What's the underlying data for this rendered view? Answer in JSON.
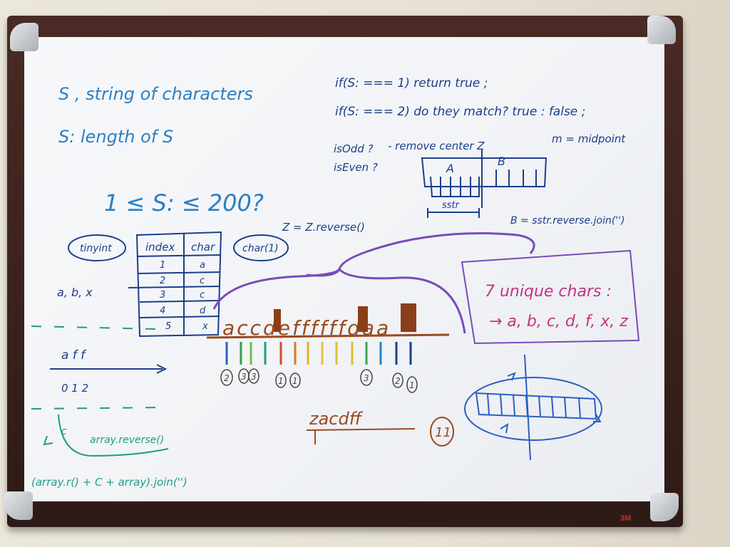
{
  "brand": "3M",
  "colors": {
    "blue": "#2b80c4",
    "navy": "#1b3f8a",
    "teal": "#1f9c8a",
    "purple": "#7a4bb8",
    "magenta": "#c23582",
    "brown": "#9a4a1f"
  },
  "notes": {
    "line1": "S , string of characters",
    "line2": "S: length of S",
    "constraint": "1 ≤ S: ≤ 200?",
    "code1": "if(S: === 1) return true ;",
    "code2": "if(S: === 2) do they match? true : false ;",
    "isodd": "isOdd ?",
    "iseven": "isEven ?",
    "remove": "- remove center Z",
    "midpoint": "m = midpoint",
    "labelA": "A",
    "labelB": "B",
    "sstr": "sstr",
    "bjoin": "B = sstr.reverse.join('')",
    "zrev": "Z = Z.reverse()",
    "tinyint": "tinyint",
    "charfn": "char(1)",
    "abx": "a, b, x",
    "afff": "a f f",
    "idx012": "0 1 2",
    "arrayrev": "array.reverse()",
    "c": "c",
    "joinline": "(array.r() + C + array).join('')",
    "sequence": "accdeffffffdaa",
    "zacdff": "zacdff",
    "eleven": "11",
    "unique_title": "7 unique chars :",
    "unique_list": "→ a, b, c, d, f, x, z"
  },
  "table": {
    "headers": [
      "index",
      "char"
    ],
    "rows": [
      [
        "1",
        "a"
      ],
      [
        "2",
        "c"
      ],
      [
        "3",
        "c"
      ],
      [
        "4",
        "d"
      ],
      [
        "5",
        "x"
      ]
    ]
  },
  "counts": [
    "2",
    "3",
    "3",
    "1",
    "1",
    "3",
    "2",
    "1"
  ]
}
